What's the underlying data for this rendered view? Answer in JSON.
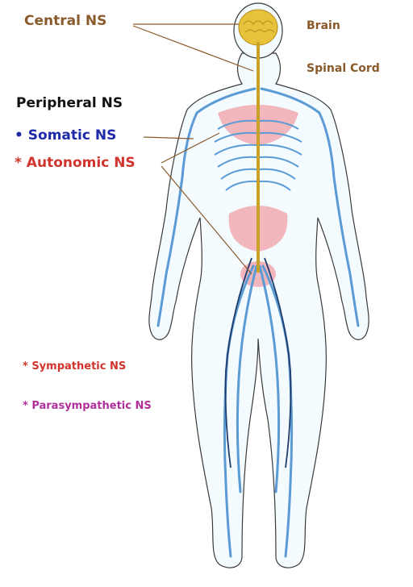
{
  "labels": {
    "central": "Central NS",
    "brain": "Brain",
    "spinal_cord": "Spinal Cord",
    "peripheral": "Peripheral NS",
    "somatic": "• Somatic NS",
    "autonomic": "* Autonomic NS",
    "sympathetic": "* Sympathetic NS",
    "parasympathetic": "* Parasympathetic NS"
  },
  "colors": {
    "central_text": "#8a5a2b",
    "somatic_text": "#1e2aa8",
    "autonomic_text": "#d0342c",
    "parasympathetic_text": "#b0309a",
    "nerves": "#5b9bd5",
    "spinal_cord": "#c9a227",
    "brain": "#e8c23a",
    "autonomic_ganglia": "#f2a0a8"
  }
}
